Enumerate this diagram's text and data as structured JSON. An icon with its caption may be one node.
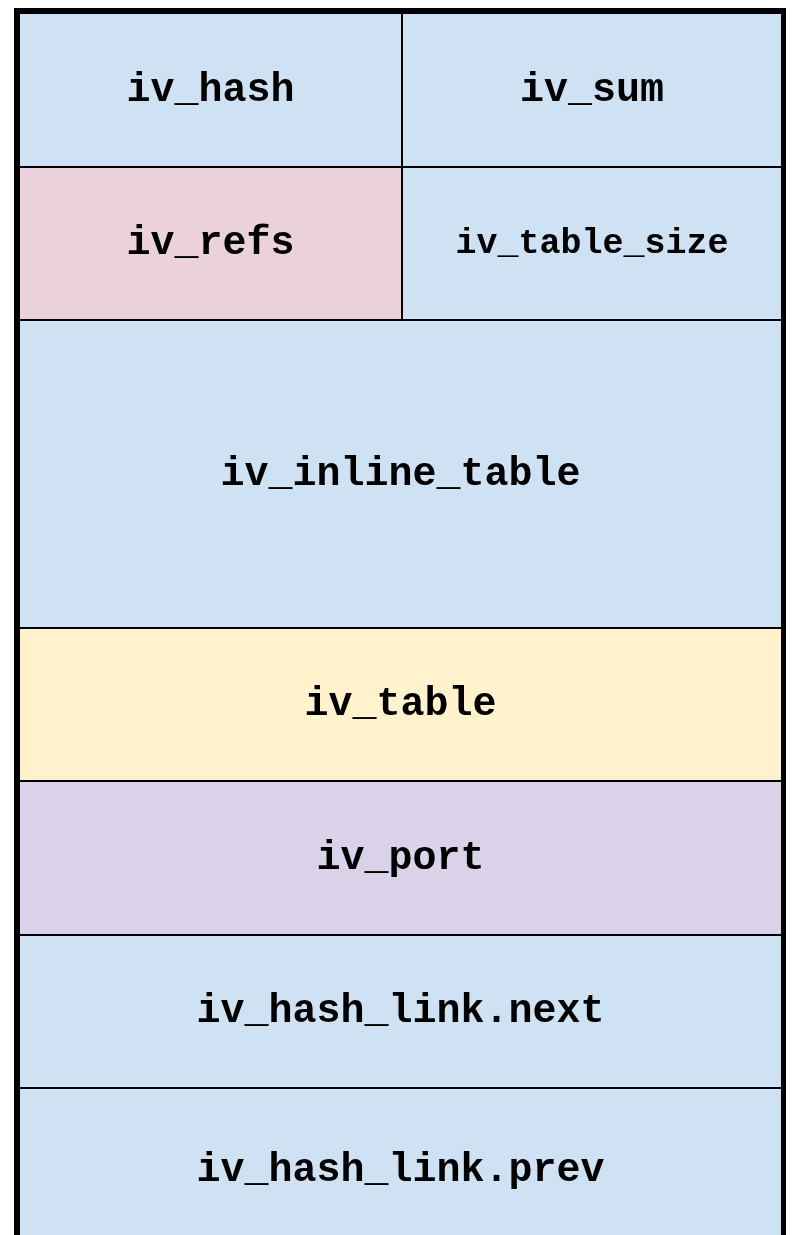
{
  "diagram": {
    "nodes": [
      {
        "text": [
          "iv_hash"
        ]
      },
      {
        "text": [
          "iv_sum"
        ]
      },
      {
        "text": [
          "iv_refs"
        ]
      },
      {
        "text": [
          "iv_table_size"
        ]
      },
      {
        "text": [
          "iv_inline_table"
        ]
      },
      {
        "text": [
          "iv_table"
        ]
      },
      {
        "text": [
          "iv_port"
        ]
      },
      {
        "text": [
          "iv_hash_link.next"
        ]
      },
      {
        "text": [
          "iv_hash_link.prev"
        ]
      }
    ]
  }
}
